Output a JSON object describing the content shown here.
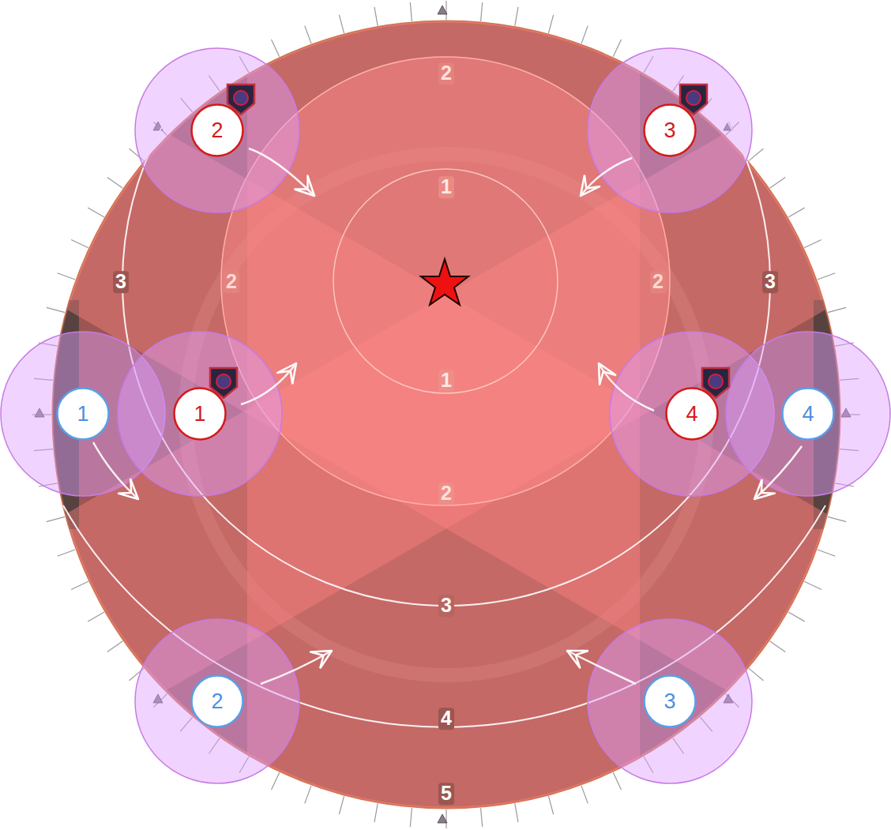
{
  "diagram": {
    "nodes": [
      {
        "text": [
          "2"
        ]
      },
      {
        "text": [
          "3"
        ]
      },
      {
        "text": [
          "1"
        ]
      },
      {
        "text": [
          "1"
        ]
      },
      {
        "text": [
          "4"
        ]
      },
      {
        "text": [
          "4"
        ]
      },
      {
        "text": [
          "2"
        ]
      },
      {
        "text": [
          "3"
        ]
      }
    ],
    "labels": [
      "2",
      "1",
      "3",
      "2",
      "2",
      "3",
      "1",
      "2",
      "3",
      "4",
      "5"
    ]
  }
}
